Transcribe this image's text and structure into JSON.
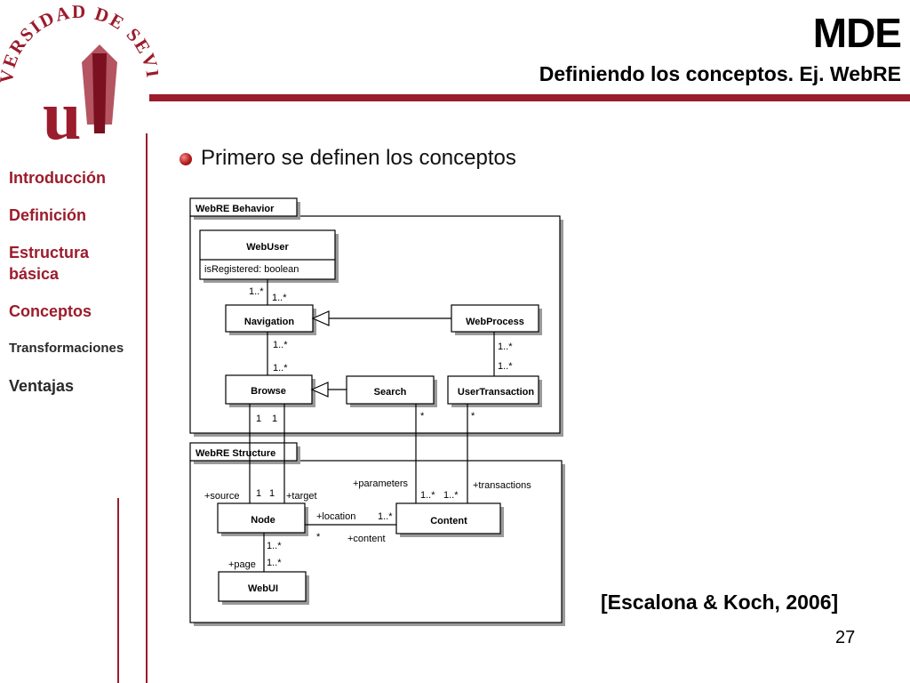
{
  "header": {
    "title": "MDE",
    "subtitle": "Definiendo los conceptos. Ej. WebRE",
    "logo_text": "UNIVERSIDAD DE SEVILLA"
  },
  "sidebar": {
    "items": [
      {
        "label": "Introducción"
      },
      {
        "label": "Definición"
      },
      {
        "label": "Estructura básica"
      },
      {
        "label": "Conceptos"
      },
      {
        "label": "Transformaciones"
      },
      {
        "label": "Ventajas"
      }
    ]
  },
  "content": {
    "bullet": "Primero se definen los conceptos",
    "citation": "[Escalona & Koch, 2006]",
    "page_number": "27"
  },
  "diagram": {
    "packages": {
      "behavior": "WebRE Behavior",
      "structure": "WebRE Structure"
    },
    "classes": {
      "webuser": "WebUser",
      "webuser_attr": "isRegistered:  boolean",
      "navigation": "Navigation",
      "webprocess": "WebProcess",
      "browse": "Browse",
      "search": "Search",
      "usertransaction": "UserTransaction",
      "node": "Node",
      "content": "Content",
      "webui": "WebUI"
    },
    "labels": {
      "m_webuser_a": "1..*",
      "m_webuser_b": "1..*",
      "m_nav": "1..*",
      "m_browse": "1..*",
      "m_wp": "1..*",
      "m_ut": "1..*",
      "m_browse_1a": "1",
      "m_browse_1b": "1",
      "m_search_star": "*",
      "m_ut_star": "*",
      "r_parameters": "+parameters",
      "r_transactions": "+transactions",
      "r_source": "+source",
      "m_node_1a": "1",
      "m_node_1b": "1",
      "r_target": "+target",
      "m_content_a": "1..*",
      "m_content_b": "1..*",
      "r_location": "+location",
      "m_location": "1..*",
      "m_node_star": "*",
      "r_content": "+content",
      "m_node_down": "1..*",
      "r_page": "+page",
      "m_webui": "1..*"
    }
  },
  "colors": {
    "accent": "#9b1c2c",
    "diagram_line": "#000000",
    "shadow": "#9a9a9a"
  }
}
